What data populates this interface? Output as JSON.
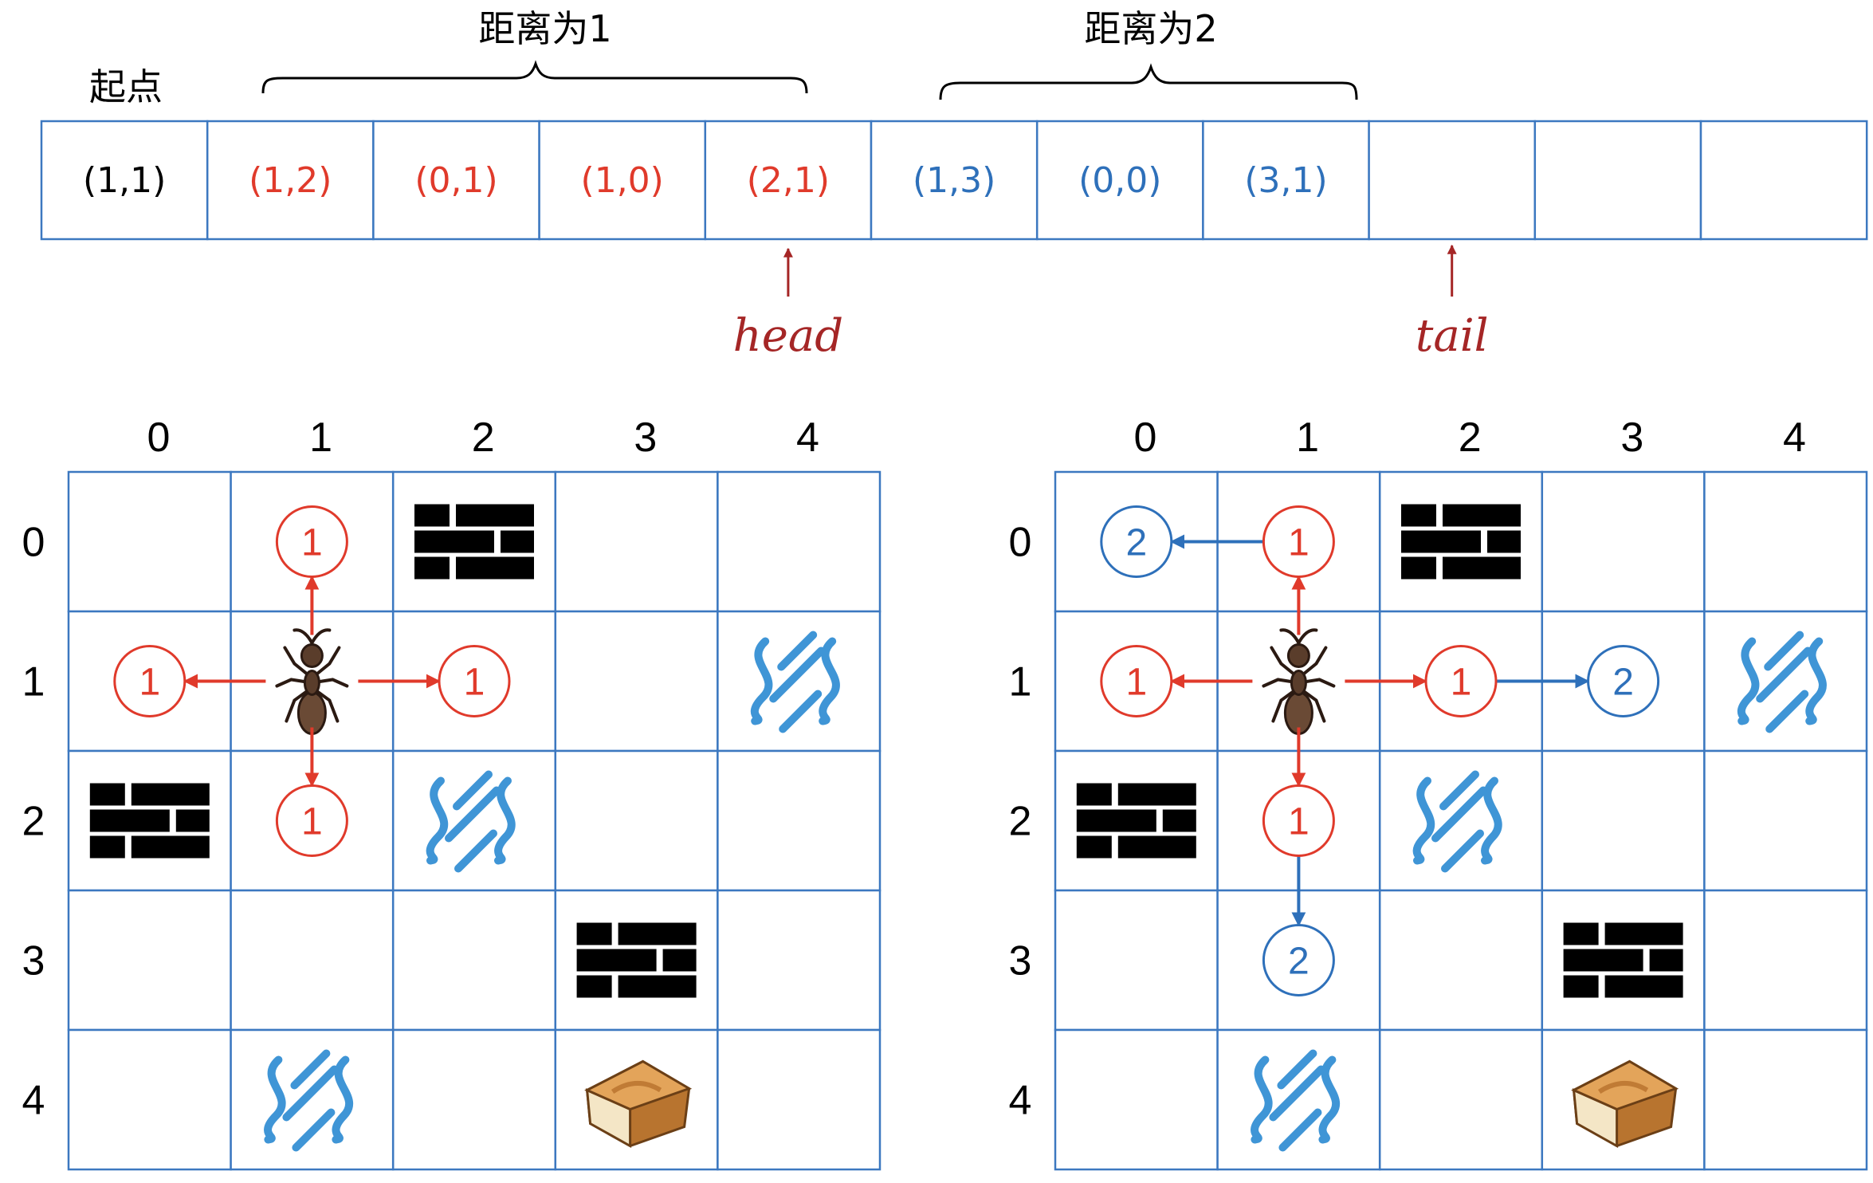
{
  "colors": {
    "border": "#3c78c0",
    "red": "#e03a2b",
    "blue": "#2e70ba",
    "dark_red": "#a52626",
    "black": "#000000",
    "water": "#3f95d6"
  },
  "queue": {
    "start_label": "起点",
    "brace_1_label": "距离为1",
    "brace_2_label": "距离为2",
    "cells": [
      {
        "text": "(1,1)",
        "color": "black"
      },
      {
        "text": "(1,2)",
        "color": "red"
      },
      {
        "text": "(0,1)",
        "color": "red"
      },
      {
        "text": "(1,0)",
        "color": "red"
      },
      {
        "text": "(2,1)",
        "color": "red"
      },
      {
        "text": "(1,3)",
        "color": "blue"
      },
      {
        "text": "(0,0)",
        "color": "blue"
      },
      {
        "text": "(3,1)",
        "color": "blue"
      },
      {
        "text": "",
        "color": "black"
      },
      {
        "text": "",
        "color": "black"
      },
      {
        "text": "",
        "color": "black"
      }
    ],
    "head_label": "head",
    "tail_label": "tail",
    "head_index": 4,
    "tail_index": 8
  },
  "grids": [
    {
      "name": "grid-left",
      "col_labels": [
        "0",
        "1",
        "2",
        "3",
        "4"
      ],
      "row_labels": [
        "0",
        "1",
        "2",
        "3",
        "4"
      ],
      "walls": [
        [
          0,
          2
        ],
        [
          2,
          0
        ],
        [
          3,
          3
        ]
      ],
      "water": [
        [
          1,
          4
        ],
        [
          2,
          2
        ],
        [
          4,
          1
        ]
      ],
      "food": [
        [
          4,
          3
        ]
      ],
      "ant": [
        1,
        1
      ],
      "nodes": [
        {
          "cell": [
            0,
            1
          ],
          "label": "1",
          "color": "red"
        },
        {
          "cell": [
            1,
            0
          ],
          "label": "1",
          "color": "red"
        },
        {
          "cell": [
            1,
            2
          ],
          "label": "1",
          "color": "red"
        },
        {
          "cell": [
            2,
            1
          ],
          "label": "1",
          "color": "red"
        }
      ],
      "arrows": [
        {
          "from": [
            1,
            1
          ],
          "to": [
            0,
            1
          ],
          "color": "red"
        },
        {
          "from": [
            1,
            1
          ],
          "to": [
            1,
            0
          ],
          "color": "red"
        },
        {
          "from": [
            1,
            1
          ],
          "to": [
            1,
            2
          ],
          "color": "red"
        },
        {
          "from": [
            1,
            1
          ],
          "to": [
            2,
            1
          ],
          "color": "red"
        }
      ]
    },
    {
      "name": "grid-right",
      "col_labels": [
        "0",
        "1",
        "2",
        "3",
        "4"
      ],
      "row_labels": [
        "0",
        "1",
        "2",
        "3",
        "4"
      ],
      "walls": [
        [
          0,
          2
        ],
        [
          2,
          0
        ],
        [
          3,
          3
        ]
      ],
      "water": [
        [
          1,
          4
        ],
        [
          2,
          2
        ],
        [
          4,
          1
        ]
      ],
      "food": [
        [
          4,
          3
        ]
      ],
      "ant": [
        1,
        1
      ],
      "nodes": [
        {
          "cell": [
            0,
            1
          ],
          "label": "1",
          "color": "red"
        },
        {
          "cell": [
            1,
            0
          ],
          "label": "1",
          "color": "red"
        },
        {
          "cell": [
            1,
            2
          ],
          "label": "1",
          "color": "red"
        },
        {
          "cell": [
            2,
            1
          ],
          "label": "1",
          "color": "red"
        },
        {
          "cell": [
            0,
            0
          ],
          "label": "2",
          "color": "blue"
        },
        {
          "cell": [
            1,
            3
          ],
          "label": "2",
          "color": "blue"
        },
        {
          "cell": [
            3,
            1
          ],
          "label": "2",
          "color": "blue"
        }
      ],
      "arrows": [
        {
          "from": [
            1,
            1
          ],
          "to": [
            0,
            1
          ],
          "color": "red"
        },
        {
          "from": [
            1,
            1
          ],
          "to": [
            1,
            0
          ],
          "color": "red"
        },
        {
          "from": [
            1,
            1
          ],
          "to": [
            1,
            2
          ],
          "color": "red"
        },
        {
          "from": [
            1,
            1
          ],
          "to": [
            2,
            1
          ],
          "color": "red"
        },
        {
          "from": [
            0,
            1
          ],
          "to": [
            0,
            0
          ],
          "color": "blue"
        },
        {
          "from": [
            1,
            2
          ],
          "to": [
            1,
            3
          ],
          "color": "blue"
        },
        {
          "from": [
            2,
            1
          ],
          "to": [
            3,
            1
          ],
          "color": "blue"
        }
      ]
    }
  ]
}
